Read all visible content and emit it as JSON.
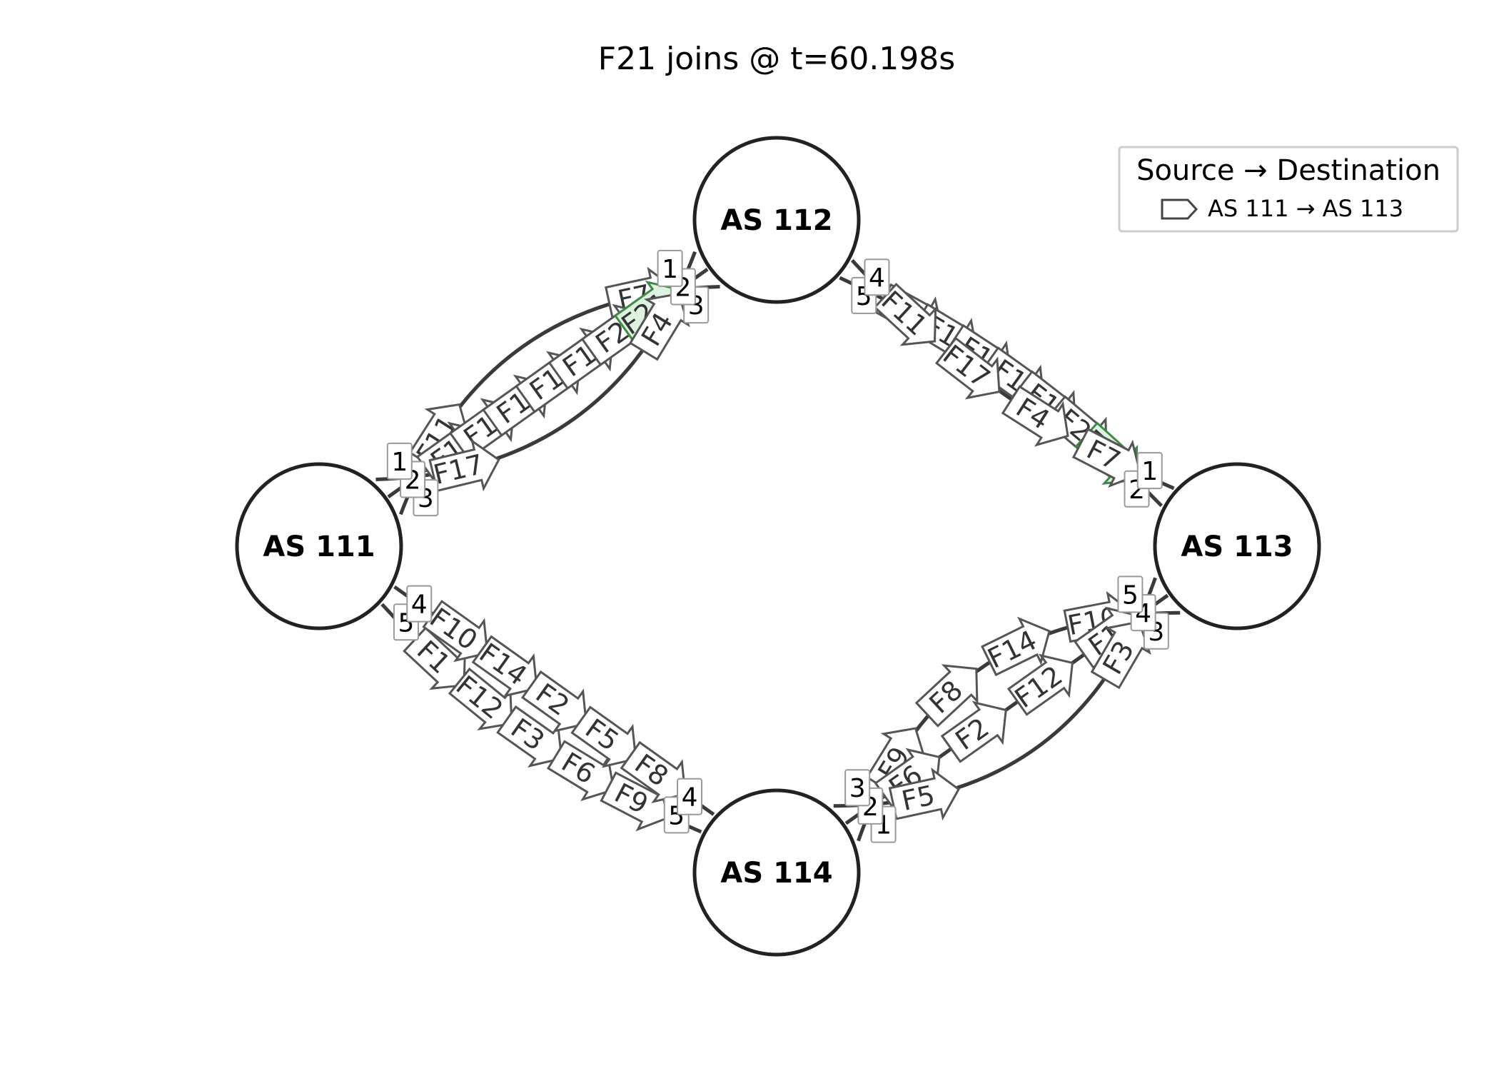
{
  "title": "F21 joins @ t=60.198s",
  "colors": {
    "link": "#3a3a3a",
    "node_stroke": "#222222",
    "flow_fill": "#ffffff",
    "flow_stroke": "#555555",
    "highlight_fill": "#def2e0",
    "highlight_stroke": "#3e8a46"
  },
  "legend": {
    "title": "Source → Destination",
    "icon": "outlined-arrow-icon",
    "entry": "AS 111 → AS 113"
  },
  "nodes": [
    {
      "id": "n111",
      "label": "AS 111"
    },
    {
      "id": "n112",
      "label": "AS 112"
    },
    {
      "id": "n113",
      "label": "AS 113"
    },
    {
      "id": "n114",
      "label": "AS 114"
    }
  ],
  "links": [
    {
      "from": "n111",
      "to": "n112",
      "ports_from": [
        "3",
        "2",
        "1"
      ],
      "ports_to": [
        "3",
        "2",
        "1"
      ],
      "flows": [
        [
          "F11",
          "F7"
        ],
        [
          "F1",
          "F1",
          "F1",
          "F1",
          "F1",
          "F2",
          "F21"
        ],
        [
          "F17",
          "F4"
        ]
      ],
      "highlight": "F21"
    },
    {
      "from": "n112",
      "to": "n113",
      "ports_from": [
        "5",
        "4"
      ],
      "ports_to": [
        "2",
        "1"
      ],
      "flows": [
        [
          "F1",
          "F1",
          "F1",
          "F1",
          "F1",
          "F2",
          "F21"
        ],
        [
          "F11",
          "F17",
          "F4",
          "F7"
        ]
      ],
      "highlight": "F21"
    },
    {
      "from": "n111",
      "to": "n114",
      "ports_from": [
        "5",
        "4"
      ],
      "ports_to": [
        "5",
        "4"
      ],
      "flows": [
        [
          "F1",
          "F12",
          "F3",
          "F6",
          "F9"
        ],
        [
          "F10",
          "F14",
          "F2",
          "F5",
          "F8"
        ]
      ],
      "highlight": null
    },
    {
      "from": "n114",
      "to": "n113",
      "ports_from": [
        "1",
        "2",
        "3"
      ],
      "ports_to": [
        "3",
        "4",
        "5"
      ],
      "flows": [
        [
          "F9",
          "F8",
          "F14",
          "F10"
        ],
        [
          "F6",
          "F2",
          "F12",
          "F1"
        ],
        [
          "F5",
          "F3"
        ]
      ],
      "highlight": null
    }
  ]
}
